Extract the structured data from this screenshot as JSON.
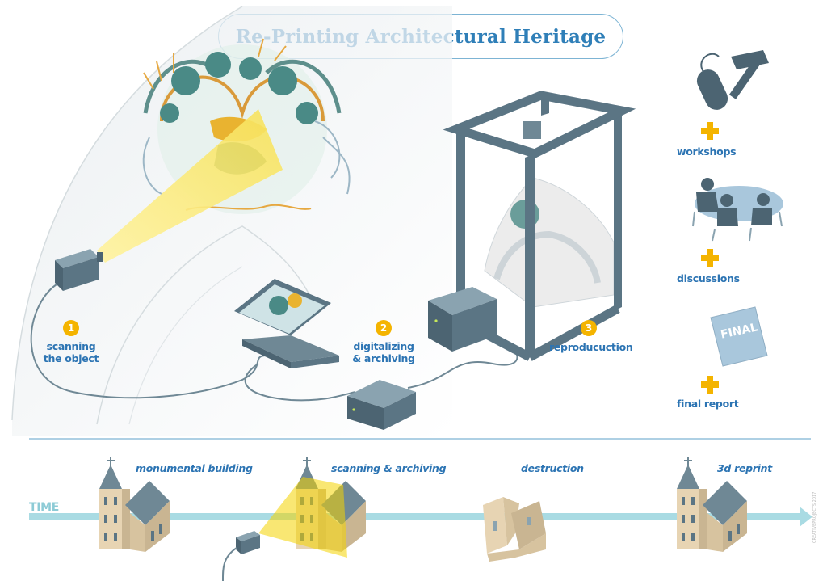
{
  "title": "Re-Printing Architectural Heritage",
  "steps": [
    {
      "number": "1",
      "label_line1": "scanning",
      "label_line2": "the object"
    },
    {
      "number": "2",
      "label_line1": "digitalizing",
      "label_line2": "& archiving"
    },
    {
      "number": "3",
      "label_line1": "reproducuction",
      "label_line2": ""
    }
  ],
  "sidebar": {
    "items": [
      {
        "label": "workshops",
        "icon": "mouse-hammer-icon"
      },
      {
        "label": "discussions",
        "icon": "meeting-table-icon"
      },
      {
        "label": "final report",
        "icon": "report-document-icon",
        "document_text": "FINAL"
      }
    ]
  },
  "timeline": {
    "axis_label": "TIME",
    "stages": [
      {
        "label": "monumental building"
      },
      {
        "label": "scanning & archiving"
      },
      {
        "label": "destruction"
      },
      {
        "label": "3d reprint"
      }
    ]
  },
  "credit": "CREATIVEPROJECTS 2017",
  "colors": {
    "accent_blue": "#2c74b3",
    "step_yellow": "#f4b400",
    "device_gray": "#5b7584",
    "timeline_teal": "#a9dbe3"
  }
}
